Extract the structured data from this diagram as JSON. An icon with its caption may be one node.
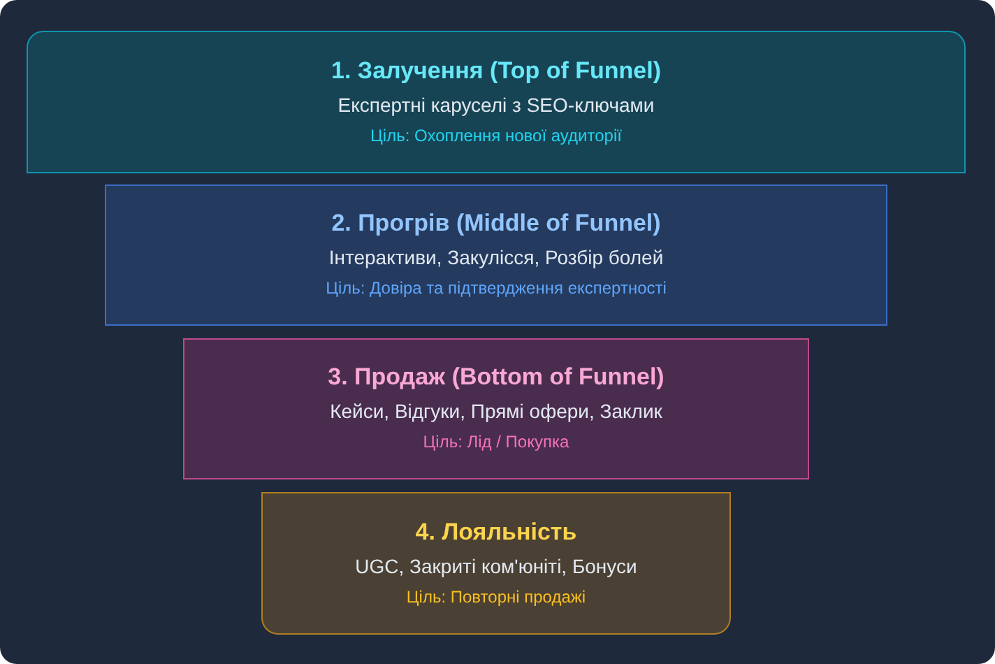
{
  "diagram": {
    "nodes": [
      {
        "text": [
          "1. Залучення (Top of Funnel)",
          "Експертні каруселі з SEO-ключами",
          "Ціль: Охоплення нової аудиторії"
        ]
      },
      {
        "text": [
          "2. Прогрів (Middle of Funnel)",
          "Інтерактиви, Закулісся, Розбір болей",
          "Ціль: Довіра та підтвердження експертності"
        ]
      },
      {
        "text": [
          "3. Продаж (Bottom of Funnel)",
          "Кейси, Відгуки, Прямі офери, Заклик",
          "Ціль: Лід / Покупка"
        ]
      },
      {
        "text": [
          "4. Лояльність",
          "UGC, Закриті ком'юніті, Бонуси",
          "Ціль: Повторні продажі"
        ]
      }
    ]
  }
}
